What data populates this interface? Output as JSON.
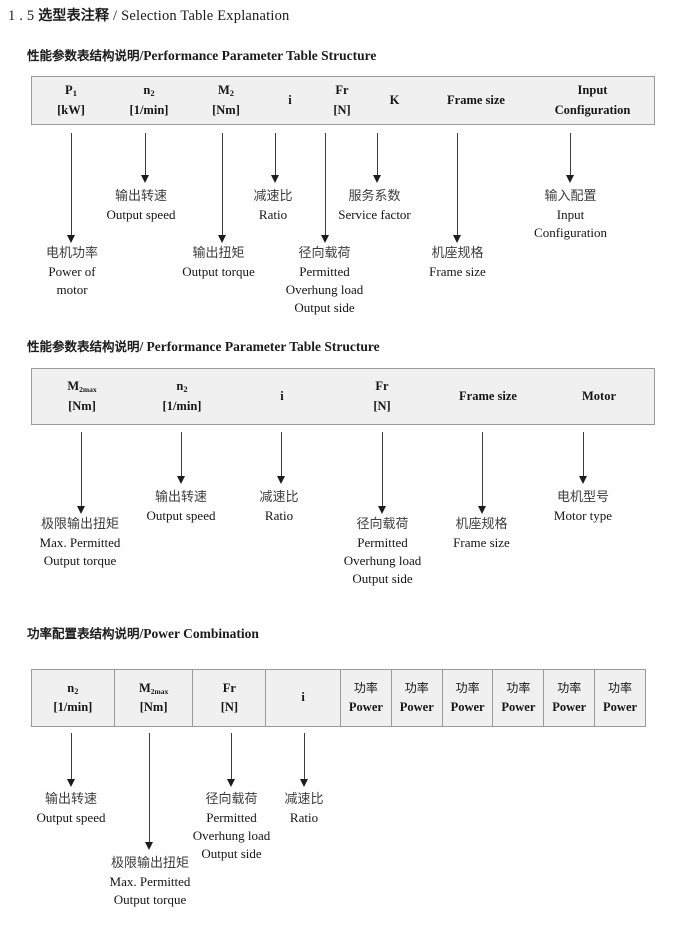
{
  "page": {
    "title_number": "1 . 5",
    "title_cn": "选型表注释",
    "title_sep": "/",
    "title_en": "Selection Table Explanation"
  },
  "sections": [
    {
      "heading_cn": "性能参数表结构说明",
      "heading_sep": "/",
      "heading_en": "Performance Parameter Table Structure",
      "columns": [
        {
          "symbol": "P",
          "sub": "1",
          "unit": "[kW]"
        },
        {
          "symbol": "n",
          "sub": "2",
          "unit": "[1/min]"
        },
        {
          "symbol": "M",
          "sub": "2",
          "unit": "[Nm]"
        },
        {
          "symbol": "i",
          "sub": "",
          "unit": ""
        },
        {
          "symbol": "Fr",
          "sub": "",
          "unit": "[N]"
        },
        {
          "symbol": "K",
          "sub": "",
          "unit": ""
        },
        {
          "symbol": "Frame size",
          "sub": "",
          "unit": ""
        },
        {
          "symbol": "Input",
          "sub": "",
          "unit": "Configuration"
        }
      ],
      "annotations": [
        {
          "cn": "电机功率",
          "en": [
            "Power of",
            "motor"
          ]
        },
        {
          "cn": "输出转速",
          "en": [
            "Output speed"
          ]
        },
        {
          "cn": "输出扭矩",
          "en": [
            "Output torque"
          ]
        },
        {
          "cn": "减速比",
          "en": [
            "Ratio"
          ]
        },
        {
          "cn": "径向载荷",
          "en": [
            "Permitted",
            "Overhung load",
            "Output side"
          ]
        },
        {
          "cn": "服务系数",
          "en": [
            "Service factor"
          ]
        },
        {
          "cn": "机座规格",
          "en": [
            "Frame size"
          ]
        },
        {
          "cn": "输入配置",
          "en": [
            "Input",
            "Configuration"
          ]
        }
      ]
    },
    {
      "heading_cn": "性能参数表结构说明",
      "heading_sep": "/",
      "heading_en": "Performance Parameter Table Structure",
      "columns": [
        {
          "symbol": "M",
          "sub": "2max",
          "unit": "[Nm]"
        },
        {
          "symbol": "n",
          "sub": "2",
          "unit": "[1/min]"
        },
        {
          "symbol": "i",
          "sub": "",
          "unit": ""
        },
        {
          "symbol": "Fr",
          "sub": "",
          "unit": "[N]"
        },
        {
          "symbol": "Frame size",
          "sub": "",
          "unit": ""
        },
        {
          "symbol": "Motor",
          "sub": "",
          "unit": ""
        }
      ],
      "annotations": [
        {
          "cn": "极限输出扭矩",
          "en": [
            "Max. Permitted",
            "Output  torque"
          ]
        },
        {
          "cn": "输出转速",
          "en": [
            "Output speed"
          ]
        },
        {
          "cn": "减速比",
          "en": [
            "Ratio"
          ]
        },
        {
          "cn": "径向载荷",
          "en": [
            "Permitted",
            "Overhung load",
            "Output side"
          ]
        },
        {
          "cn": "机座规格",
          "en": [
            "Frame size"
          ]
        },
        {
          "cn": "电机型号",
          "en": [
            "Motor type"
          ]
        }
      ]
    },
    {
      "heading_cn": "功率配置表结构说明",
      "heading_sep": "/",
      "heading_en": "Power Combination",
      "columns": [
        {
          "symbol": "n",
          "sub": "2",
          "unit": "[1/min]"
        },
        {
          "symbol": "M",
          "sub": "2max",
          "unit": "[Nm]"
        },
        {
          "symbol": "Fr",
          "sub": "",
          "unit": "[N]"
        },
        {
          "symbol": "i",
          "sub": "",
          "unit": ""
        },
        {
          "symbol_cn": "功率",
          "unit": "Power"
        },
        {
          "symbol_cn": "功率",
          "unit": "Power"
        },
        {
          "symbol_cn": "功率",
          "unit": "Power"
        },
        {
          "symbol_cn": "功率",
          "unit": "Power"
        },
        {
          "symbol_cn": "功率",
          "unit": "Power"
        },
        {
          "symbol_cn": "功率",
          "unit": "Power"
        }
      ],
      "annotations": [
        {
          "cn": "输出转速",
          "en": [
            "Output speed"
          ]
        },
        {
          "cn": "极限输出扭矩",
          "en": [
            "Max. Permitted",
            "Output  torque"
          ]
        },
        {
          "cn": "径向载荷",
          "en": [
            "Permitted",
            "Overhung load",
            "Output side"
          ]
        },
        {
          "cn": "减速比",
          "en": [
            "Ratio"
          ]
        }
      ]
    }
  ],
  "colors": {
    "table_fill": "#f0f0f0",
    "table_border": "#9a9a9a",
    "arrow": "#1d1d1d",
    "text": "#141414"
  }
}
